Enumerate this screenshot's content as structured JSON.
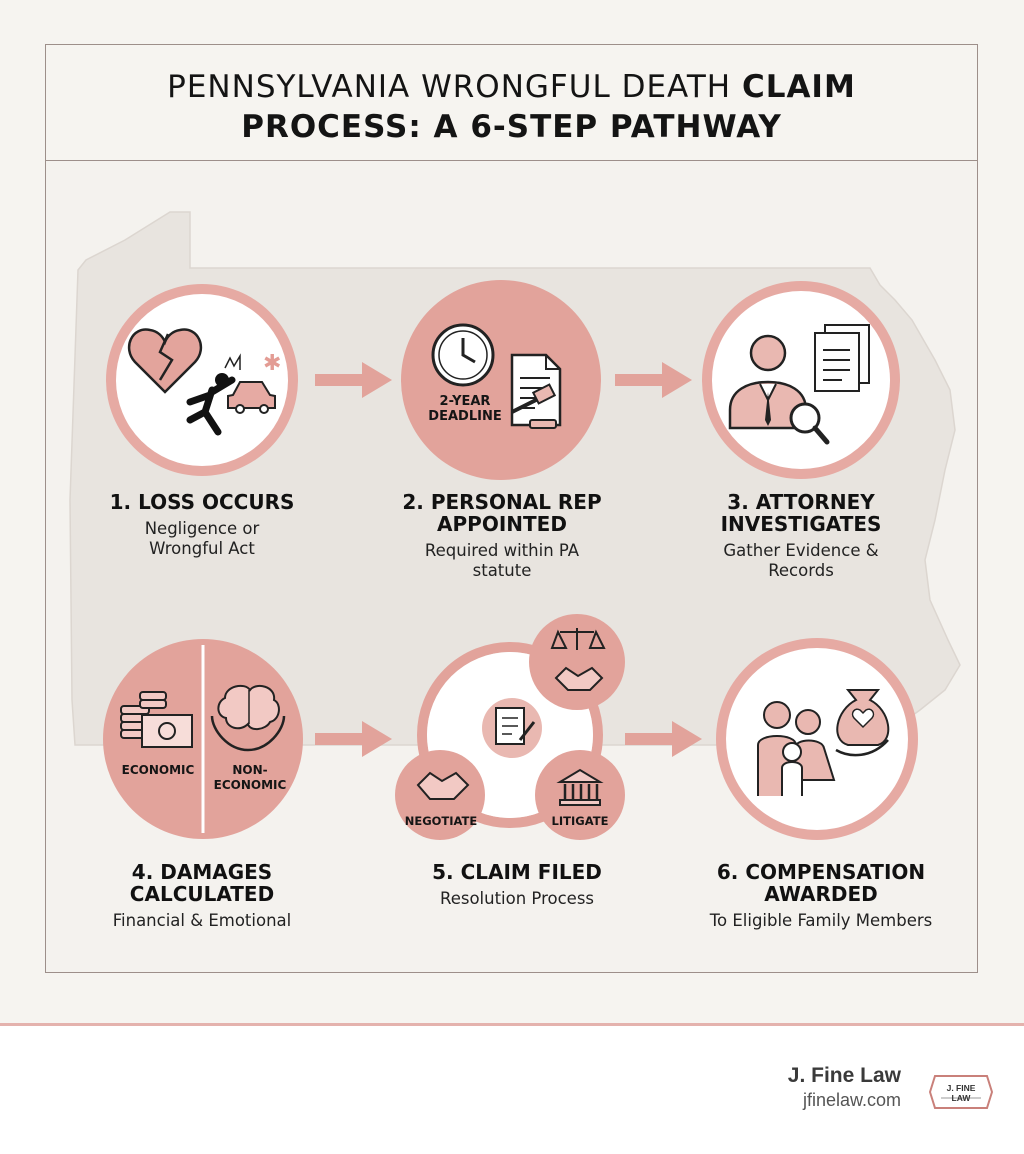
{
  "title": {
    "line1_regular": "PENNSYLVANIA WRONGFUL DEATH",
    "line1_bold": "CLAIM",
    "line2": "PROCESS: A 6-STEP PATHWAY"
  },
  "steps": [
    {
      "title": "1. LOSS OCCURS",
      "subtitle": [
        "Negligence or",
        "Wrongful Act"
      ],
      "icons": [
        "broken-heart-icon",
        "falling-person-icon",
        "car-crash-icon"
      ]
    },
    {
      "title": [
        "2. PERSONAL REP",
        "APPOINTED"
      ],
      "subtitle": [
        "Required within PA",
        "statute"
      ],
      "badge": [
        "2-YEAR",
        "DEADLINE"
      ],
      "icons": [
        "clock-icon",
        "document-icon",
        "gavel-icon"
      ]
    },
    {
      "title": [
        "3. ATTORNEY",
        "INVESTIGATES"
      ],
      "subtitle": [
        "Gather Evidence &",
        "Records"
      ],
      "icons": [
        "attorney-icon",
        "documents-icon",
        "magnifier-icon"
      ]
    },
    {
      "title": [
        "4. DAMAGES",
        "CALCULATED"
      ],
      "subtitle": [
        "Financial & Emotional"
      ],
      "labels": {
        "economic": "ECONOMIC",
        "noneconomic": [
          "NON-",
          "ECONOMIC"
        ]
      },
      "icons": [
        "money-icon",
        "brain-hands-icon"
      ]
    },
    {
      "title": [
        "5. CLAIM FILED"
      ],
      "subtitle": [
        "Resolution Process"
      ],
      "labels": {
        "negotiate": "NEGOTIATE",
        "litigate": "LITIGATE"
      },
      "icons": [
        "scales-handshake-icon",
        "handshake-icon",
        "courthouse-icon",
        "document-pen-icon"
      ]
    },
    {
      "title": [
        "6. COMPENSATION",
        "AWARDED"
      ],
      "subtitle": [
        "To Eligible Family Members"
      ],
      "icons": [
        "family-icon",
        "money-bag-heart-icon"
      ]
    }
  ],
  "footer": {
    "brand": "J. Fine Law",
    "url": "jfinelaw.com",
    "logo_text": "J. FINE LAW"
  },
  "colors": {
    "accent": "#de9a92",
    "accent_light": "#e9b8b1",
    "background": "#f4f2ee",
    "map": "#e6e2dd",
    "frame": "#9d8f8a"
  }
}
